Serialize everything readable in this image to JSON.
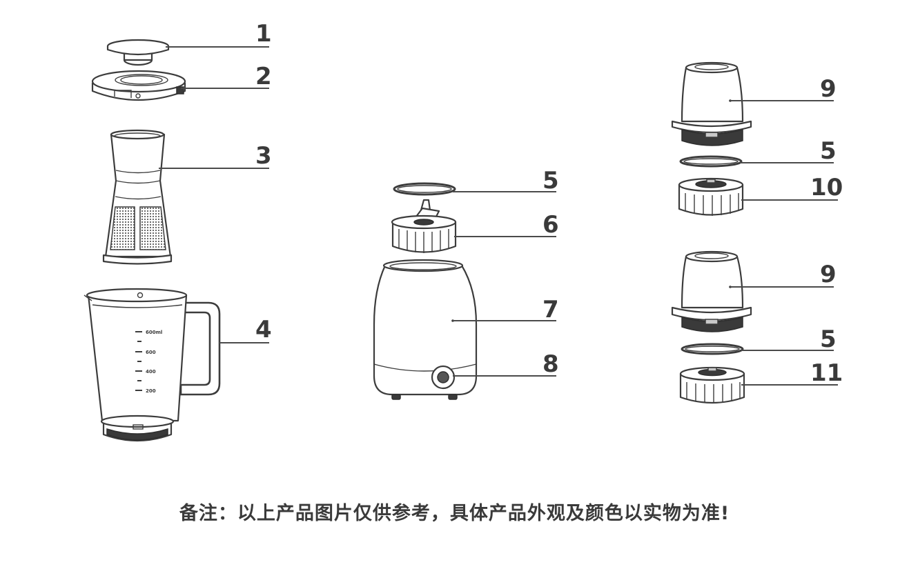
{
  "callouts": {
    "c1": "1",
    "c2": "2",
    "c3": "3",
    "c4": "4",
    "c5a": "5",
    "c6": "6",
    "c7": "7",
    "c8": "8",
    "c9a": "9",
    "c5b": "5",
    "c10": "10",
    "c9b": "9",
    "c5c": "5",
    "c11": "11"
  },
  "jug_scale": [
    "600ml",
    "600",
    "400",
    "200"
  ],
  "note": "备注：以上产品图片仅供参考，具体产品外观及颜色以实物为准!",
  "colors": {
    "line": "#3c3c3c",
    "text": "#3a3a3a",
    "background": "#ffffff"
  }
}
